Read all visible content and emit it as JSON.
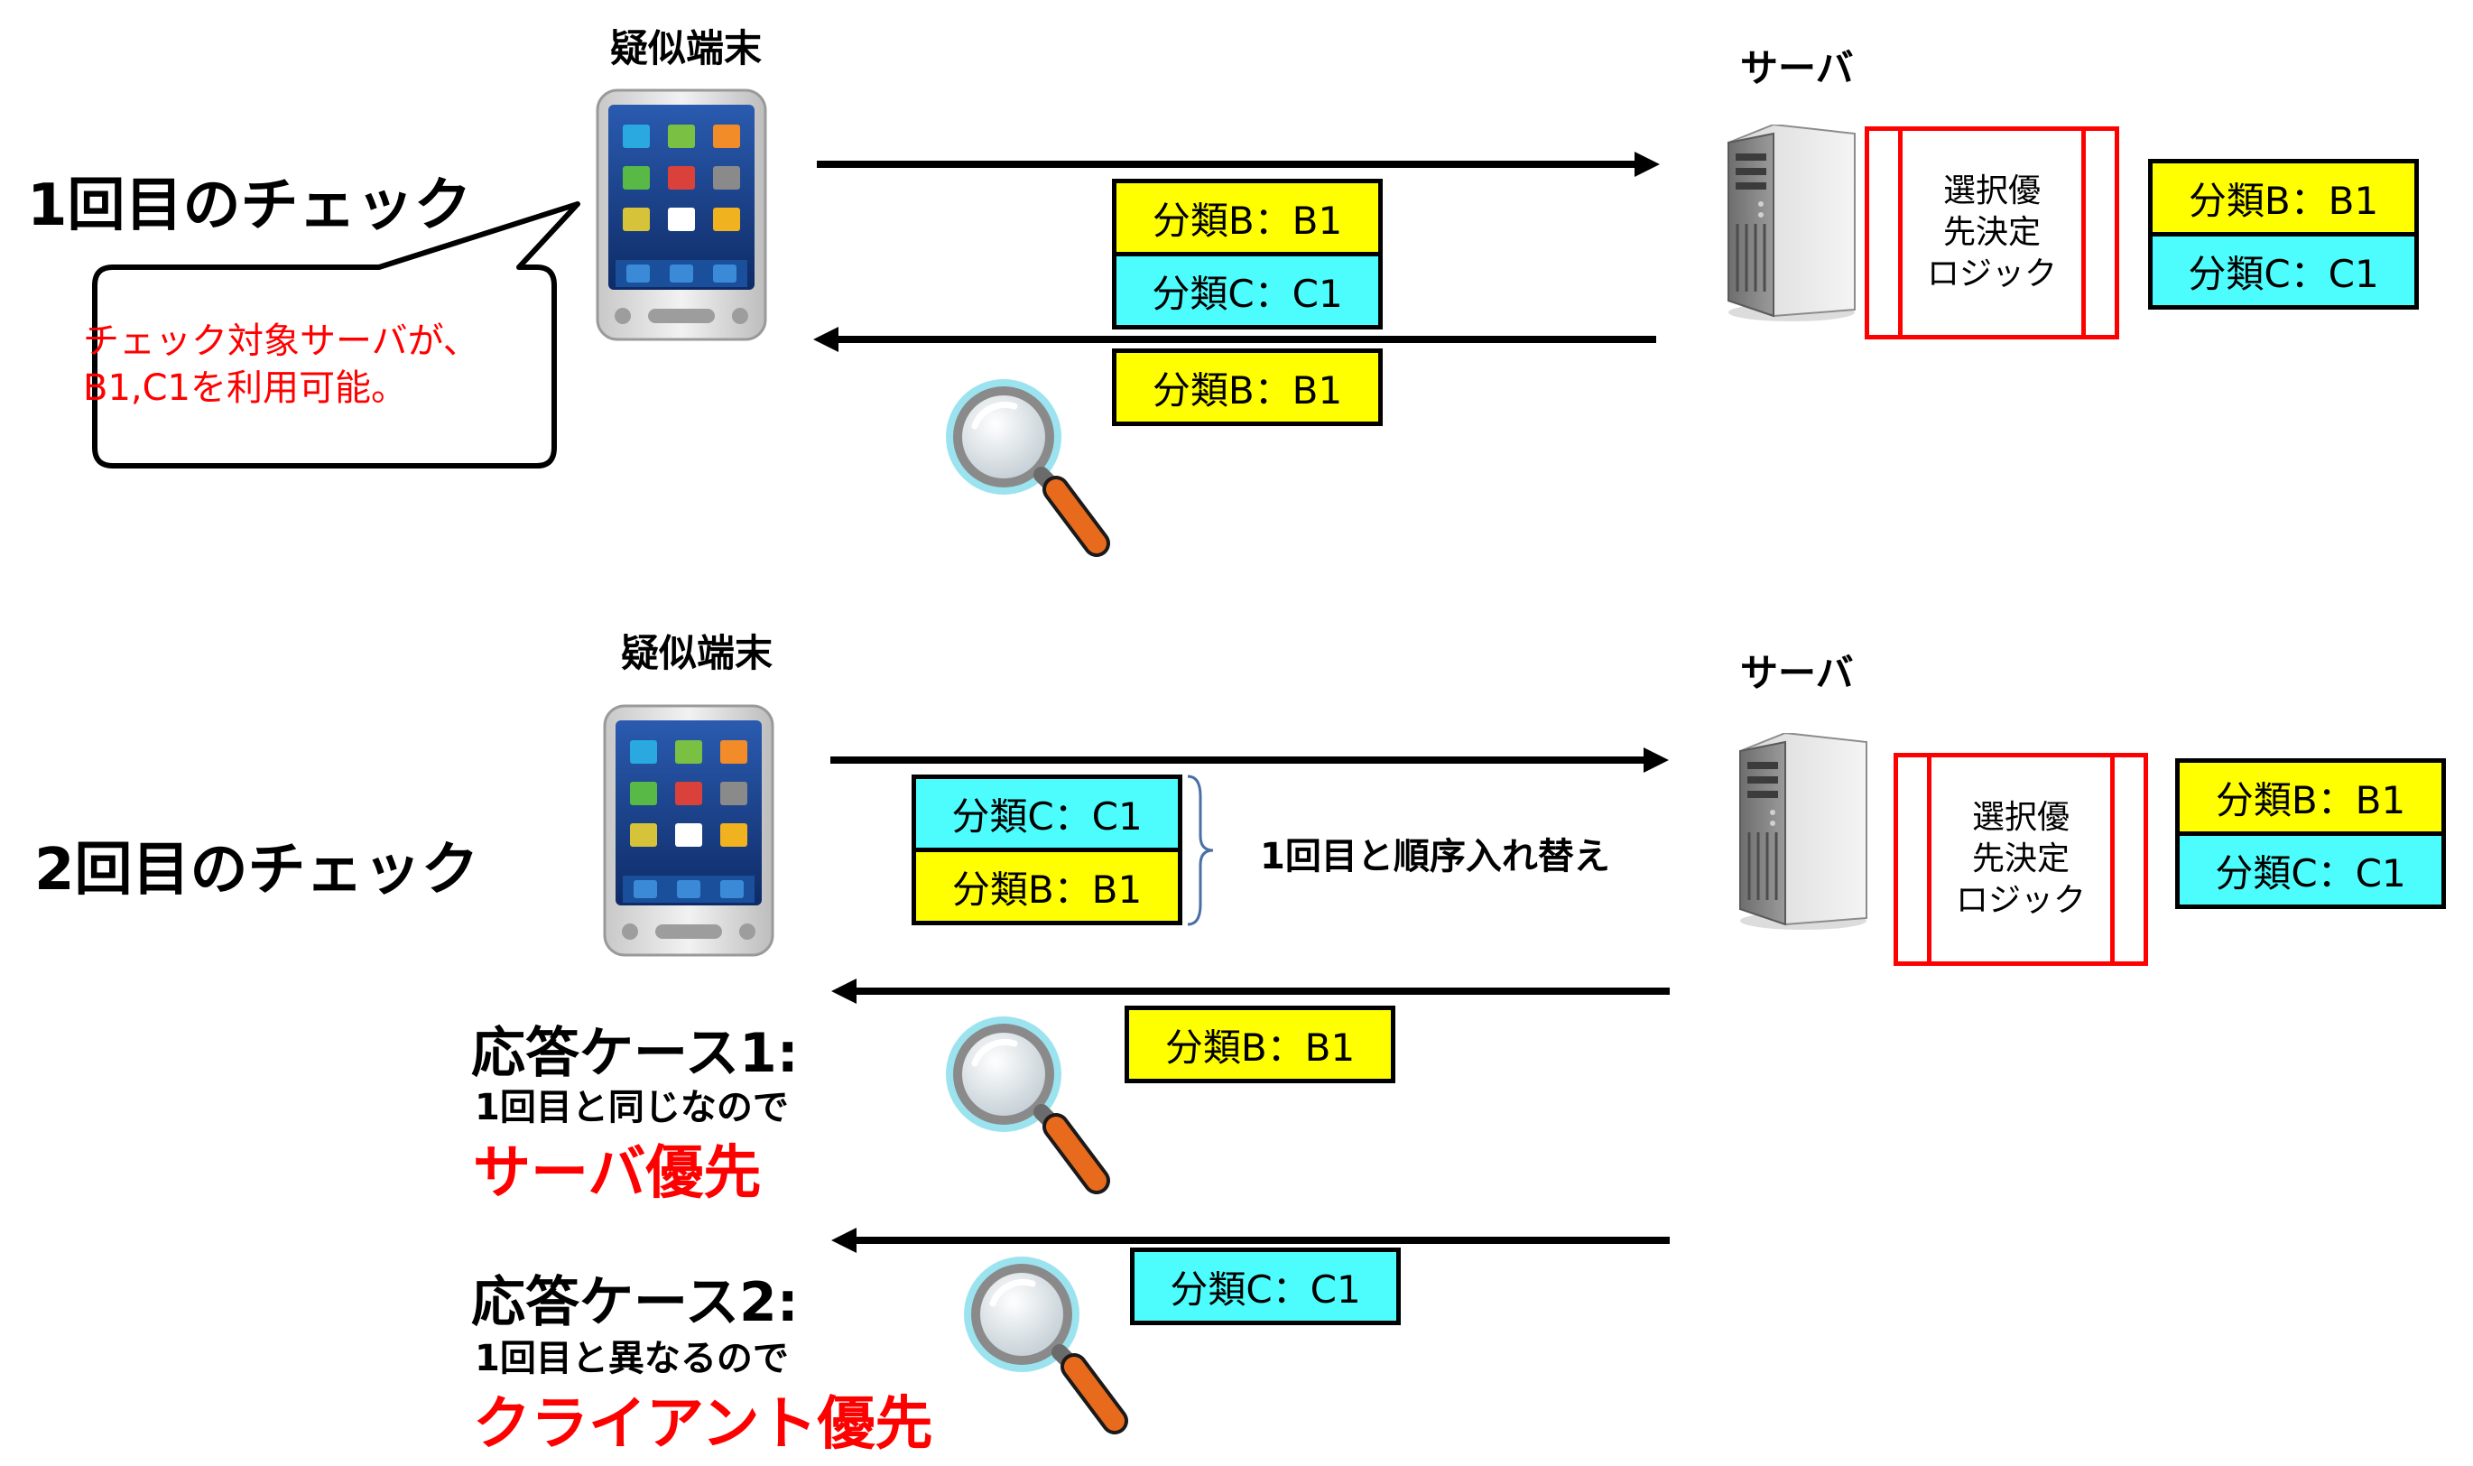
{
  "check1": {
    "title": "1回目のチェック",
    "device_label": "疑似端末",
    "server_label": "サーバ",
    "logic_lines": [
      "選択優",
      "先決定",
      "ロジック"
    ],
    "request_items": [
      "分類B：B1",
      "分類C：C1"
    ],
    "response_item": "分類B：B1",
    "server_items": [
      "分類B：B1",
      "分類C：C1"
    ],
    "callout_lines": [
      "チェック対象サーバが、",
      "B1,C1を利用可能。"
    ]
  },
  "check2": {
    "title": "2回目のチェック",
    "device_label": "疑似端末",
    "server_label": "サーバ",
    "logic_lines": [
      "選択優",
      "先決定",
      "ロジック"
    ],
    "request_items": [
      "分類C：C1",
      "分類B：B1"
    ],
    "reorder_note": "1回目と順序入れ替え",
    "server_items": [
      "分類B：B1",
      "分類C：C1"
    ],
    "case1": {
      "heading": "応答ケース1:",
      "desc": "1回目と同じなので",
      "result": "サーバ優先",
      "response_item": "分類B：B1"
    },
    "case2": {
      "heading": "応答ケース2:",
      "desc": "1回目と異なるので",
      "result": "クライアント優先",
      "response_item": "分類C：C1"
    }
  },
  "colors": {
    "yellow": "#ffff00",
    "cyan": "#4dfdfd",
    "red": "#ff0000",
    "black": "#000000"
  },
  "icons": [
    "smartphone-icon",
    "server-tower-icon",
    "magnifier-icon"
  ]
}
